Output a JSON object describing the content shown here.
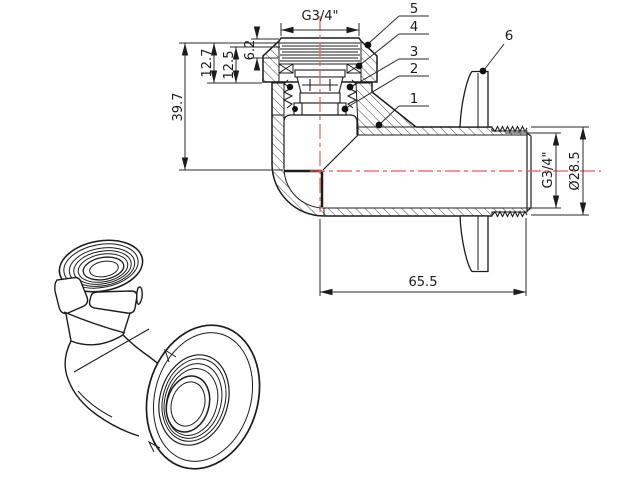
{
  "description": "Technical drawing of a wall-mounted elbow pipe fitting: sectional view (top right) with dimensions and part callouts, and an isometric line view (bottom left).",
  "colors": {
    "line": "#1c1c1c",
    "dimension_line": "#2a2a2a",
    "centerline": "#e25b5b",
    "background": "#ffffff",
    "callout_dot": "#111111"
  },
  "dims": {
    "inlet_thread": "G3/4\"",
    "overall_height": "39.7",
    "nut_height": "12.7",
    "union_depth": "12.5",
    "thread_engagement": "6.2",
    "overall_length": "65.5",
    "outlet_thread": "G3/4\"",
    "outlet_diameter": "Ø28.5"
  },
  "callouts": [
    "5",
    "4",
    "3",
    "2",
    "1",
    "6"
  ]
}
